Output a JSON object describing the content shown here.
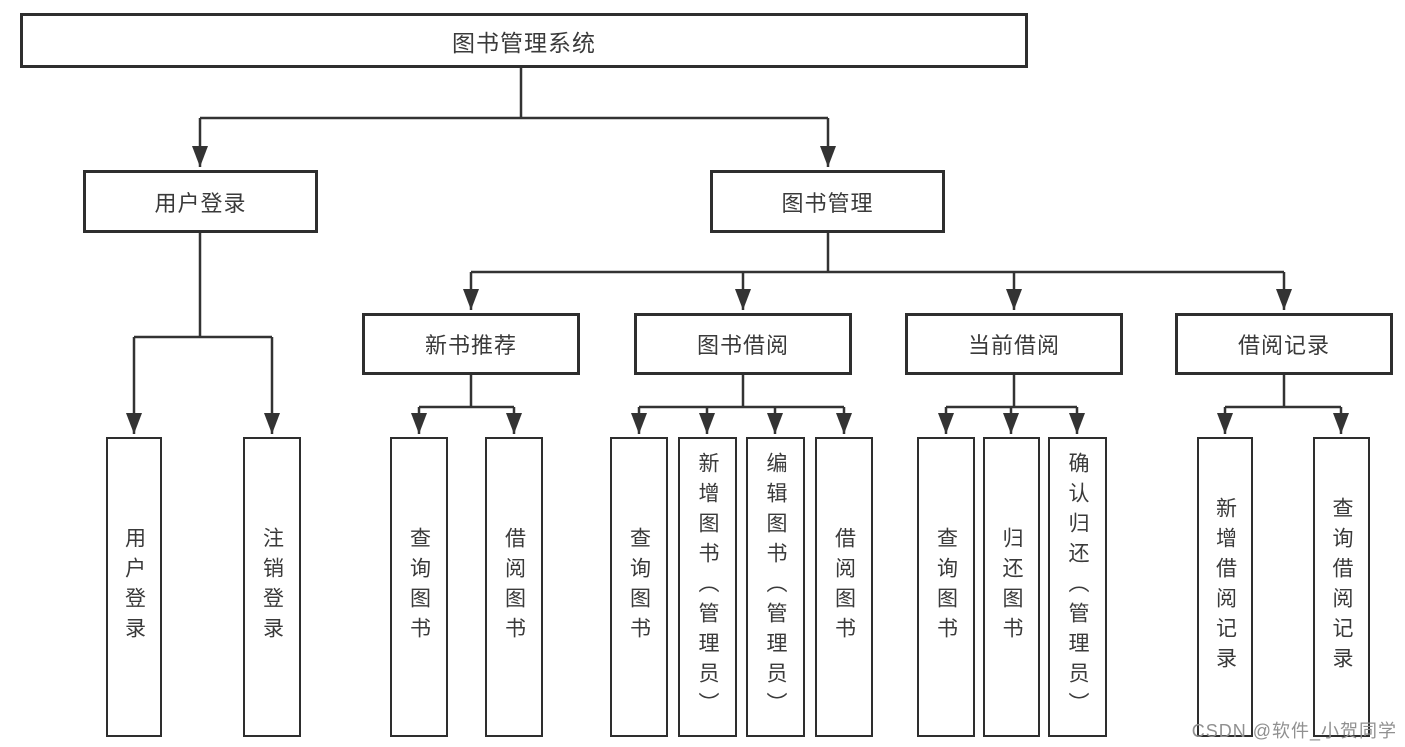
{
  "diagram": {
    "watermark": "CSDN @软件_小贺同学",
    "colors": {
      "line": "#333333",
      "box_border": "#2e2e2e",
      "box_fill": "#ffffff",
      "text": "#3a3a3a",
      "watermark_text": "#909090"
    },
    "root": {
      "label": "图书管理系统"
    },
    "branches": [
      {
        "label": "用户登录",
        "children": [
          {
            "label": "用户登录"
          },
          {
            "label": "注销登录"
          }
        ]
      },
      {
        "label": "图书管理",
        "children": [
          {
            "label": "新书推荐",
            "children": [
              {
                "label": "查询图书"
              },
              {
                "label": "借阅图书"
              }
            ]
          },
          {
            "label": "图书借阅",
            "children": [
              {
                "label": "查询图书"
              },
              {
                "label": "新增图书（管理员）"
              },
              {
                "label": "编辑图书（管理员）"
              },
              {
                "label": "借阅图书"
              }
            ]
          },
          {
            "label": "当前借阅",
            "children": [
              {
                "label": "查询图书"
              },
              {
                "label": "归还图书"
              },
              {
                "label": "确认归还（管理员）"
              }
            ]
          },
          {
            "label": "借阅记录",
            "children": [
              {
                "label": "新增借阅记录"
              },
              {
                "label": "查询借阅记录"
              }
            ]
          }
        ]
      }
    ]
  }
}
